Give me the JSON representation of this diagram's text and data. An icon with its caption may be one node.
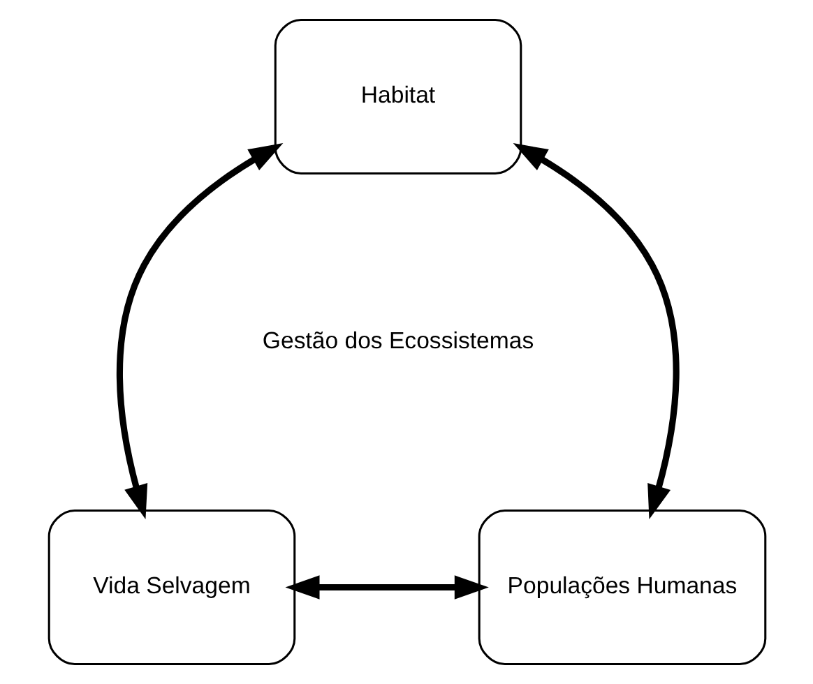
{
  "diagram": {
    "nodes": [
      {
        "text": [
          "Habitat"
        ]
      },
      {
        "text": [
          "Vida Selvagem"
        ]
      },
      {
        "text": [
          "Populações Humanas"
        ]
      }
    ],
    "edges": [
      {
        "from": 0,
        "to": 1,
        "arrow": "both"
      },
      {
        "from": 0,
        "to": 2,
        "arrow": "both"
      },
      {
        "from": 1,
        "to": 2,
        "arrow": "both"
      }
    ],
    "labels": [
      "Gestão dos Ecossistemas"
    ]
  }
}
